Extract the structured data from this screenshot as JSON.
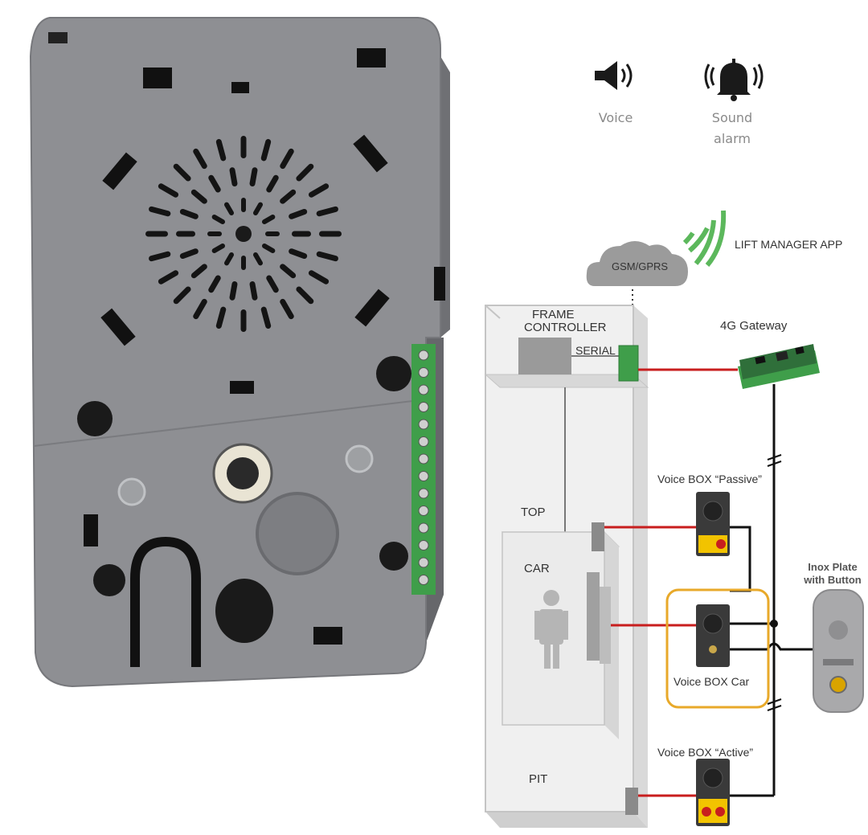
{
  "features": [
    {
      "icon": "speaker-icon",
      "label_lines": [
        "Voice"
      ]
    },
    {
      "icon": "alarm-bell-icon",
      "label_lines": [
        "Sound",
        "alarm"
      ]
    }
  ],
  "diagram": {
    "cloud_label": "GSM/GPRS",
    "app_label": "LIFT MANAGER APP",
    "frame_label_lines": [
      "FRAME",
      "CONTROLLER"
    ],
    "serial_label": "SERIAL",
    "gateway_label": "4G Gateway",
    "shaft_top_label": "TOP",
    "car_label": "CAR",
    "pit_label": "PIT",
    "box_passive_label": "Voice BOX “Passive”",
    "box_car_label": "Voice BOX Car",
    "box_active_label": "Voice BOX “Active”",
    "inox_label_lines": [
      "Inox Plate",
      "with Button"
    ]
  },
  "colors": {
    "device_gray": "#8e8f93",
    "terminal_green": "#3f9e4a",
    "wire_red": "#c81e1e",
    "highlight_orange": "#e8a92a",
    "signal_green": "#5cb85c"
  }
}
